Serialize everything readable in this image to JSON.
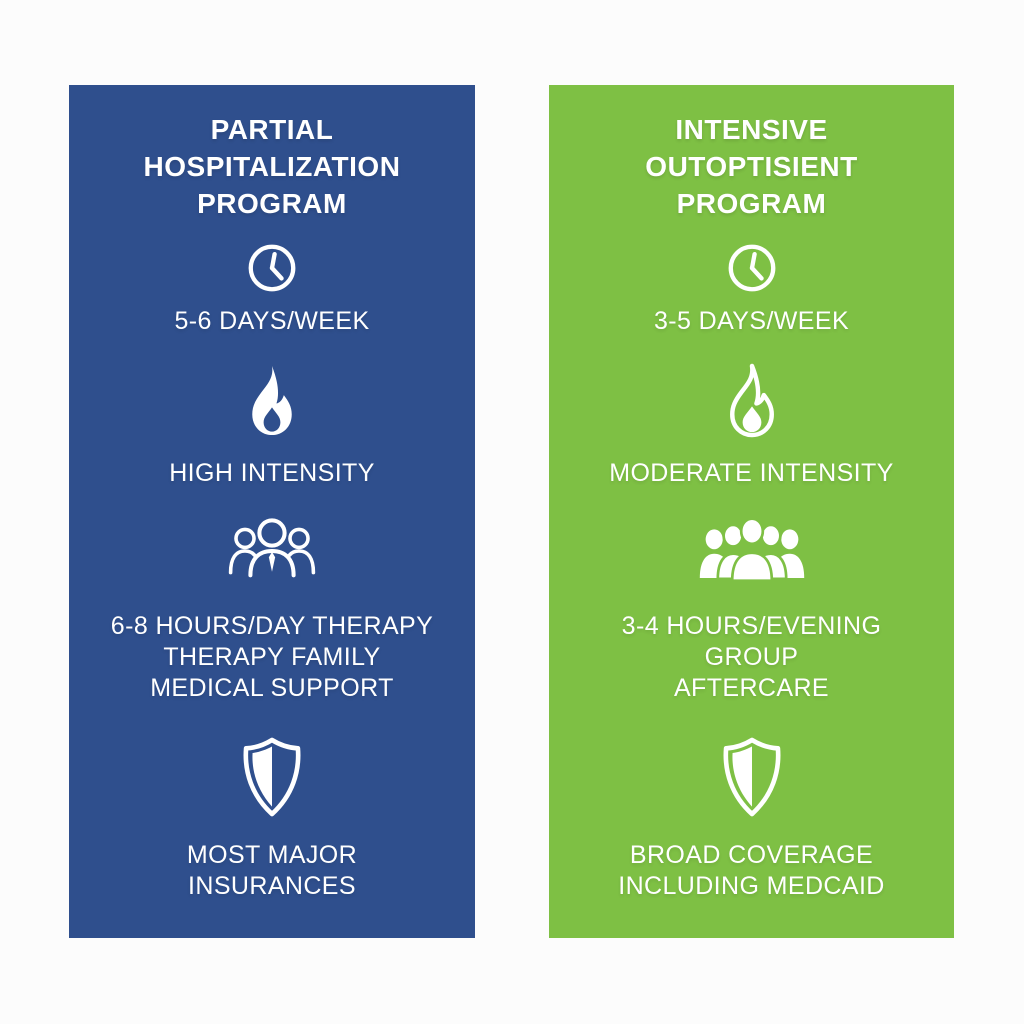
{
  "theme": {
    "background": "#fcfcfc",
    "left_panel_color": "#2F4F8D",
    "right_panel_color": "#7EC044",
    "text_color": "#ffffff"
  },
  "columns": [
    {
      "id": "partial-hospitalization",
      "title_lines": [
        "PARTIAL",
        "HOSPITALIZATION",
        "PROGRAM"
      ],
      "sections": [
        {
          "icon": "clock-icon",
          "lines": [
            "5-6 DAYS/WEEK"
          ]
        },
        {
          "icon": "flame-icon",
          "lines": [
            "HIGH INTENSITY"
          ]
        },
        {
          "icon": "people-icon",
          "lines": [
            "6-8 HOURS/DAY THERAPY",
            "THERAPY FAMILY",
            "MEDICAL SUPPORT"
          ]
        },
        {
          "icon": "shield-icon",
          "lines": [
            "MOST MAJOR",
            "INSURANCES"
          ]
        }
      ]
    },
    {
      "id": "intensive-outpatient",
      "title_lines": [
        "INTENSIVE",
        "OUTOPTISIENT",
        "PROGRAM"
      ],
      "sections": [
        {
          "icon": "clock-icon",
          "lines": [
            "3-5 DAYS/WEEK"
          ]
        },
        {
          "icon": "flame-icon",
          "lines": [
            "MODERATE INTENSITY"
          ]
        },
        {
          "icon": "people-icon",
          "lines": [
            "3-4 HOURS/EVENING",
            "GROUP",
            "AFTERCARE"
          ]
        },
        {
          "icon": "shield-icon",
          "lines": [
            "BROAD COVERAGE",
            "INCLUDING MEDCAID"
          ]
        }
      ]
    }
  ]
}
